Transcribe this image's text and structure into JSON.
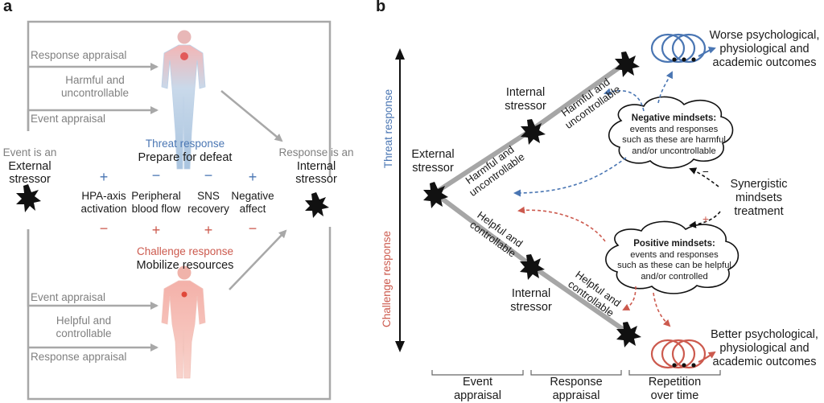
{
  "panel_a": {
    "label": "a",
    "response_appraisal_top": "Response appraisal",
    "harmful_line1": "Harmful and",
    "harmful_line2": "uncontrollable",
    "event_appraisal_top": "Event appraisal",
    "event_is_an": "Event is an",
    "external": "External",
    "stressor": "stressor",
    "threat_response": "Threat response",
    "prepare_for_defeat": "Prepare for defeat",
    "response_is_an": "Response is an",
    "internal": "Internal",
    "internal_stressor": "stressor",
    "measures": [
      {
        "line1": "HPA-axis",
        "line2": "activation",
        "threat_sign": "+",
        "challenge_sign": "−"
      },
      {
        "line1": "Peripheral",
        "line2": "blood flow",
        "threat_sign": "−",
        "challenge_sign": "+"
      },
      {
        "line1": "SNS",
        "line2": "recovery",
        "threat_sign": "−",
        "challenge_sign": "+"
      },
      {
        "line1": "Negative",
        "line2": "affect",
        "threat_sign": "+",
        "challenge_sign": "−"
      }
    ],
    "challenge_response": "Challenge response",
    "mobilize_resources": "Mobilize resources",
    "event_appraisal_bottom": "Event appraisal",
    "helpful_line1": "Helpful and",
    "helpful_line2": "controllable",
    "response_appraisal_bottom": "Response appraisal"
  },
  "panel_b": {
    "label": "b",
    "threat_axis": "Threat response",
    "challenge_axis": "Challenge response",
    "external_stressor_line1": "External",
    "external_stressor_line2": "stressor",
    "internal_top_line1": "Internal",
    "internal_top_line2": "stressor",
    "internal_bottom_line1": "Internal",
    "internal_bottom_line2": "stressor",
    "harmful_upper_line1": "Harmful and",
    "harmful_upper_line2": "uncontrollable",
    "harmful_lower_line1": "Harmful and",
    "harmful_lower_line2": "uncontrollable",
    "helpful_upper_line1": "Helpful and",
    "helpful_upper_line2": "controllable",
    "helpful_lower_line1": "Helpful and",
    "helpful_lower_line2": "controllable",
    "worse_line1": "Worse psychological,",
    "worse_line2": "physiological and",
    "worse_line3": "academic outcomes",
    "better_line1": "Better psychological,",
    "better_line2": "physiological and",
    "better_line3": "academic outcomes",
    "negative_title": "Negative mindsets:",
    "negative_line1": "events and responses",
    "negative_line2": "such as these are harmful",
    "negative_line3": "and/or uncontrollable",
    "positive_title": "Positive mindsets:",
    "positive_line1": "events and responses",
    "positive_line2": "such as these can be helpful",
    "positive_line3": "and/or controlled",
    "synergistic_line1": "Synergistic",
    "synergistic_line2": "mindsets",
    "synergistic_line3": "treatment",
    "minus_sign": "−",
    "plus_sign": "+",
    "axis_event_line1": "Event",
    "axis_event_line2": "appraisal",
    "axis_response_line1": "Response",
    "axis_response_line2": "appraisal",
    "axis_repetition_line1": "Repetition",
    "axis_repetition_line2": "over time"
  },
  "colors": {
    "threat": "#4a76b3",
    "challenge": "#cc5a4e",
    "frame_grey": "#a8a8a8",
    "text_grey": "#808080"
  }
}
